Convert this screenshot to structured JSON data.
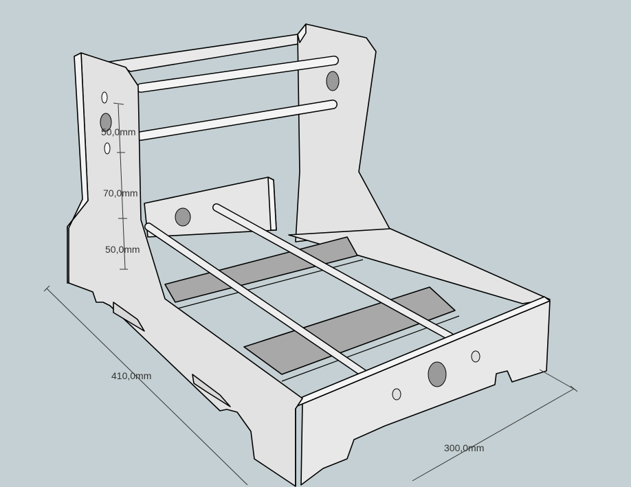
{
  "model": {
    "dimensions": [
      {
        "id": "upper-hole-spacing",
        "label": "50,0mm"
      },
      {
        "id": "middle-hole-spacing",
        "label": "70,0mm"
      },
      {
        "id": "lower-hole-spacing",
        "label": "50,0mm"
      },
      {
        "id": "base-length",
        "label": "410,0mm"
      },
      {
        "id": "base-width",
        "label": "300,0mm"
      }
    ],
    "colors": {
      "background": "#c4d0d3",
      "plate": "#e6e6e6",
      "plate_shadow": "#bdbdbd",
      "floor_strip": "#a8a8a8"
    }
  }
}
